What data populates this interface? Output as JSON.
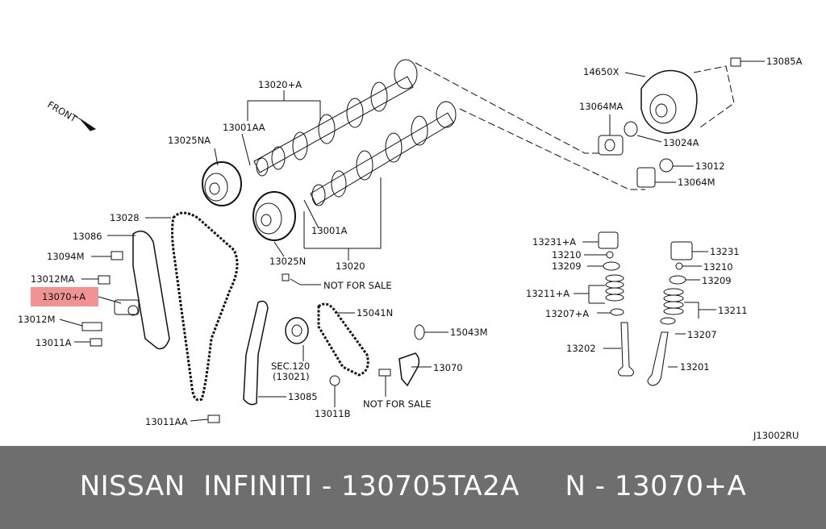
{
  "diagram": {
    "parts": {
      "p13020A": "13020+A",
      "p13001AA": "13001AA",
      "p13025NA": "13025NA",
      "p13028": "13028",
      "p13086": "13086",
      "p13094M": "13094M",
      "p13012MA": "13012MA",
      "p13070A": "13070+A",
      "p13012M": "13012M",
      "p13011A": "13011A",
      "p13025N": "13025N",
      "p13001A": "13001A",
      "p13020": "13020",
      "notForSale1": "NOT FOR SALE",
      "p15041N": "15041N",
      "p15043M": "15043M",
      "sec120": "SEC.120",
      "sec120sub": "(13021)",
      "p13070": "13070",
      "p13085": "13085",
      "p13011AA": "13011AA",
      "p13011B": "13011B",
      "notForSale2": "NOT FOR SALE",
      "p14650X": "14650X",
      "p13085A": "13085A",
      "p13064MA": "13064MA",
      "p13024A": "13024A",
      "p13012": "13012",
      "p13064M": "13064M",
      "p13231A": "13231+A",
      "p13210L": "13210",
      "p13209L": "13209",
      "p13211A": "13211+A",
      "p13207A": "13207+A",
      "p13202": "13202",
      "p13231": "13231",
      "p13210R": "13210",
      "p13209R": "13209",
      "p13211": "13211",
      "p13207": "13207",
      "p13201": "13201",
      "front": "FRONT",
      "diagramCode": "J13002RU"
    },
    "highlight_color": "#f08080"
  },
  "footer": {
    "text": "NISSAN  INFINITI - 130705TA2A     N - 13070+A"
  }
}
